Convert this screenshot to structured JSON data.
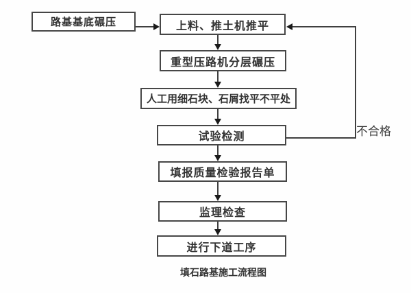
{
  "diagram": {
    "title": "填石路基施工流程图",
    "steps": [
      {
        "label": "路基基底碾压"
      },
      {
        "label": "上料、推土机推平"
      },
      {
        "label": "重型压路机分层碾压"
      },
      {
        "label": "人工用细石块、石屑找平不平处"
      },
      {
        "label": "试验检测"
      },
      {
        "label": "填报质量检验报告单"
      },
      {
        "label": "监理检查"
      },
      {
        "label": "进行下道工序"
      }
    ],
    "feedback_label": "不合格",
    "colors": {
      "box_border": "#464646",
      "line": "#3f3f3f",
      "text": "#333333",
      "background": "#ffffff"
    }
  }
}
